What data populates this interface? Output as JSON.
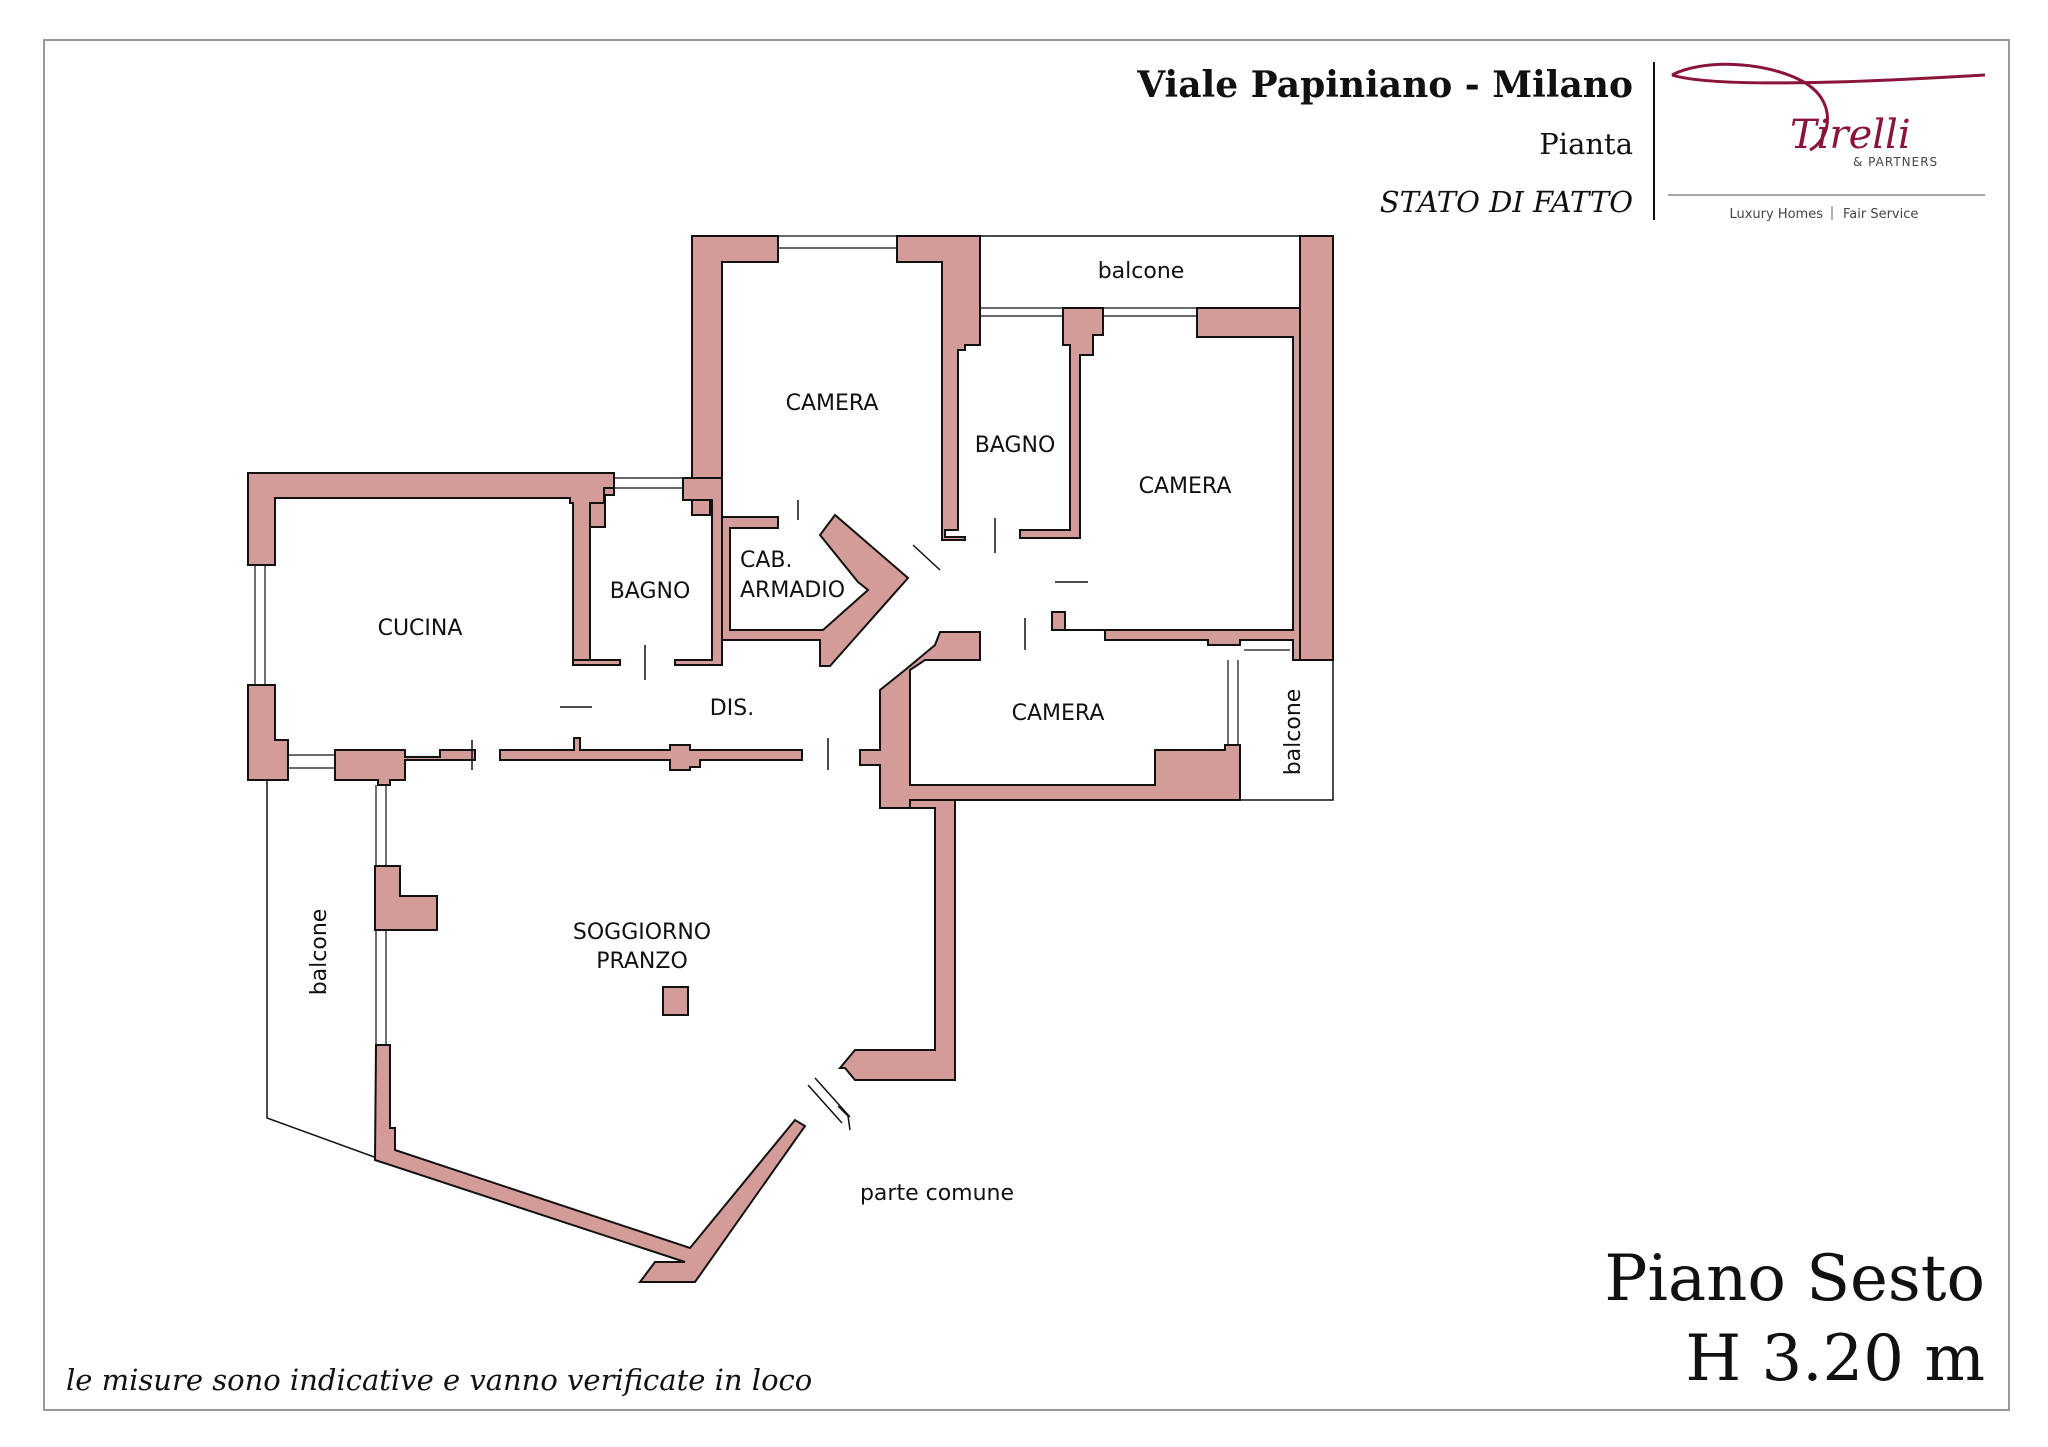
{
  "header": {
    "address": "Viale Papiniano - Milano",
    "plan_type": "Pianta",
    "status": "STATO DI FATTO"
  },
  "brand": {
    "name": "Tirelli",
    "sub": "& PARTNERS",
    "tagline_left": "Luxury Homes",
    "tagline_right": "Fair Service",
    "color": "#8a1538"
  },
  "rooms": {
    "camera_top": "CAMERA",
    "bagno_right": "BAGNO",
    "camera_right": "CAMERA",
    "cab_armadio_1": "CAB.",
    "cab_armadio_2": "ARMADIO",
    "bagno_left": "BAGNO",
    "cucina": "CUCINA",
    "dis": "DIS.",
    "camera_bottom": "CAMERA",
    "soggiorno_1": "SOGGIORNO",
    "soggiorno_2": "PRANZO",
    "balcone_top": "balcone",
    "balcone_right": "balcone",
    "balcone_left": "balcone",
    "parte_comune": "parte comune"
  },
  "floor": {
    "name": "Piano Sesto",
    "height": "H  3.20 m"
  },
  "note": "le misure sono indicative e vanno verificate in loco",
  "colors": {
    "wall": "#d49c98",
    "wall_stroke": "#111111"
  }
}
